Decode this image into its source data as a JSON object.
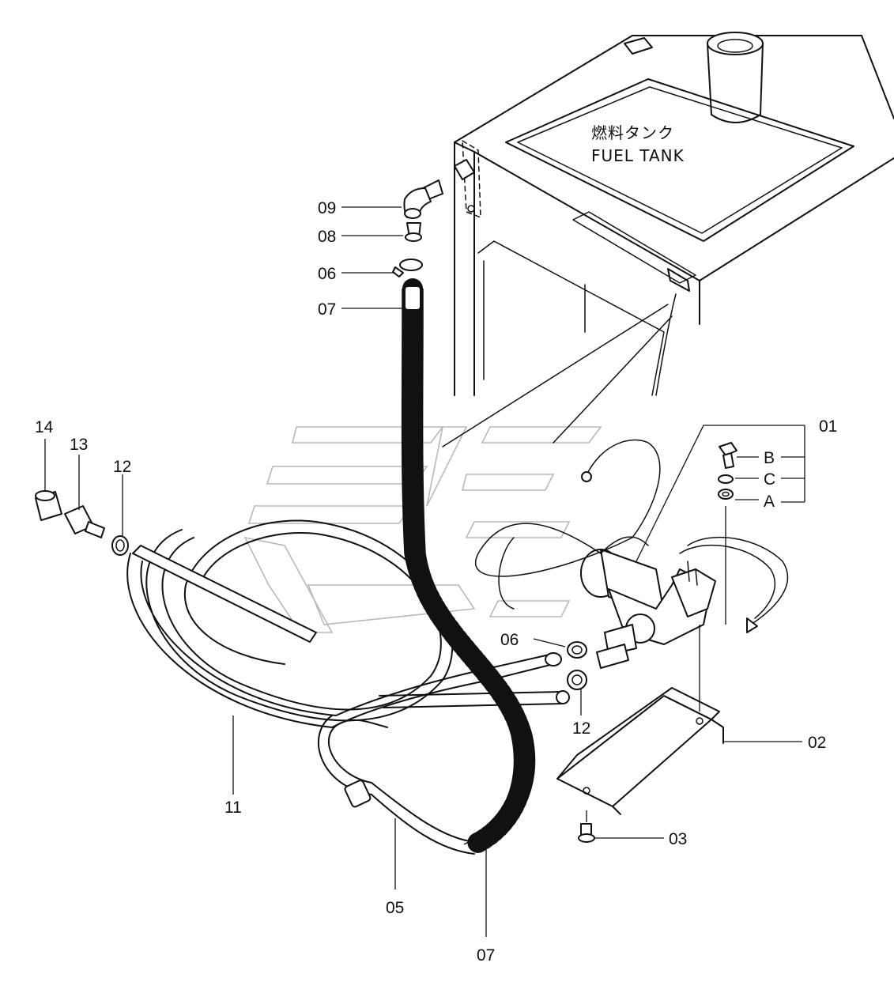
{
  "tank": {
    "label_jp": "燃料タンク",
    "label_en": "FUEL TANK"
  },
  "callouts": {
    "c01": "01",
    "c02": "02",
    "c03": "03",
    "c05": "05",
    "c06a": "06",
    "c06b": "06",
    "c07a": "07",
    "c07b": "07",
    "c08": "08",
    "c09": "09",
    "c11": "11",
    "c12a": "12",
    "c12b": "12",
    "c13": "13",
    "c14": "14",
    "cA": "A",
    "cB": "B",
    "cC": "C"
  }
}
